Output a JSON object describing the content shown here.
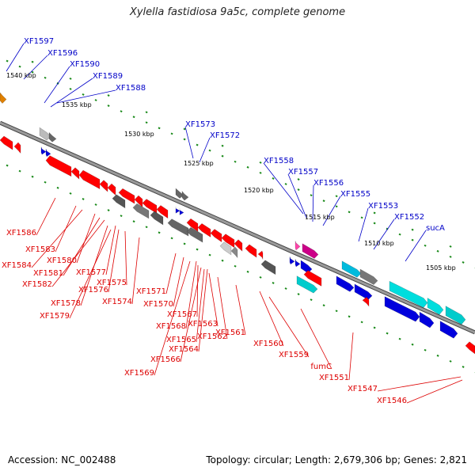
{
  "title": "Xylella fastidiosa 9a5c, complete genome",
  "footer": {
    "accession": "Accession: NC_002488",
    "summary": "Topology: circular; Length: 2,679,306 bp; Genes: 2,821"
  },
  "colors": {
    "forward_label": "#0000c8",
    "reverse_label": "#dd0000",
    "backbone": "#808080"
  },
  "kbp_ticks": [
    "1540 kbp",
    "1535 kbp",
    "1530 kbp",
    "1525 kbp",
    "1520 kbp",
    "1515 kbp",
    "1510 kbp",
    "1505 kbp"
  ],
  "top_labels": [
    "XF1597",
    "XF1596",
    "XF1590",
    "XF1589",
    "XF1588",
    "XF1573",
    "XF1572",
    "XF1558",
    "XF1557",
    "XF1556",
    "XF1555",
    "XF1553",
    "XF1552",
    "sucA"
  ],
  "bottom_labels": [
    "XF1586",
    "XF1583",
    "XF1584",
    "XF1580",
    "XF1581",
    "XF1582",
    "XF1577",
    "XF1575",
    "XF1576",
    "XF1578",
    "XF1574",
    "XF1579",
    "XF1571",
    "XF1570",
    "XF1567",
    "XF1568",
    "XF1565",
    "XF1564",
    "XF1566",
    "XF1569",
    "XF1563",
    "XF1562",
    "XF1561",
    "XF1560",
    "XF1559",
    "fumC",
    "XF1551",
    "XF1547",
    "XF1546"
  ]
}
